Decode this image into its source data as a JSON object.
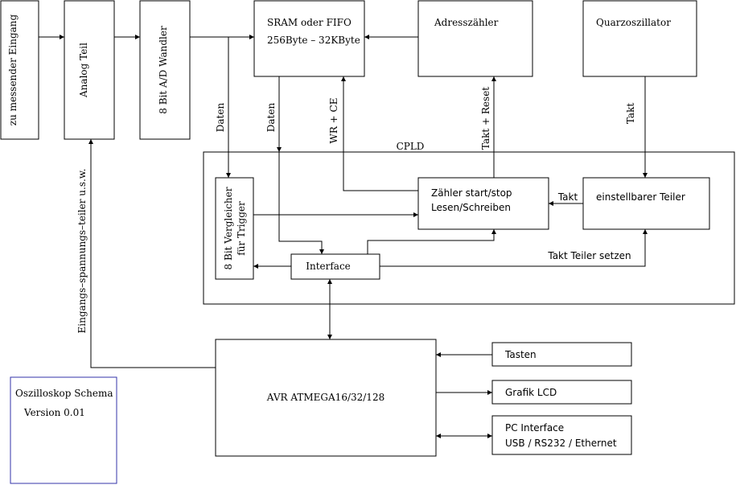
{
  "blocks": {
    "input": "zu messender Eingang",
    "analog": "Analog Teil",
    "adc": "8 Bit A/D Wandler",
    "sram_line1": "SRAM oder FIFO",
    "sram_line2": "256Byte – 32KByte",
    "address_counter": "Adresszähler",
    "oscillator": "Quarzoszillator",
    "cpld": "CPLD",
    "comparator_line1": "8 Bit Vergleicher",
    "comparator_line2": "für Trigger",
    "counter_line1": "Zähler start/stop",
    "counter_line2": "Lesen/Schreiben",
    "divider": "einstellbarer Teiler",
    "interface": "Interface",
    "avr": "AVR ATMEGA16/32/128",
    "buttons": "Tasten",
    "lcd": "Grafik LCD",
    "pc_line1": "PC Interface",
    "pc_line2": "USB / RS232 / Ethernet",
    "title_line1": "Oszilloskop Schema",
    "title_line2": "Version 0.01"
  },
  "labels": {
    "daten_1": "Daten",
    "daten_2": "Daten",
    "wr_ce": "WR + CE",
    "takt_reset": "Takt + Reset",
    "takt_top": "Takt",
    "takt_mid": "Takt",
    "takt_teiler_setzen": "Takt Teiler setzen",
    "eingangs": "Eingangs–spannungs–teiler u.s.w."
  },
  "colors": {
    "title_box_border": "#3333aa",
    "stroke": "#000000"
  }
}
